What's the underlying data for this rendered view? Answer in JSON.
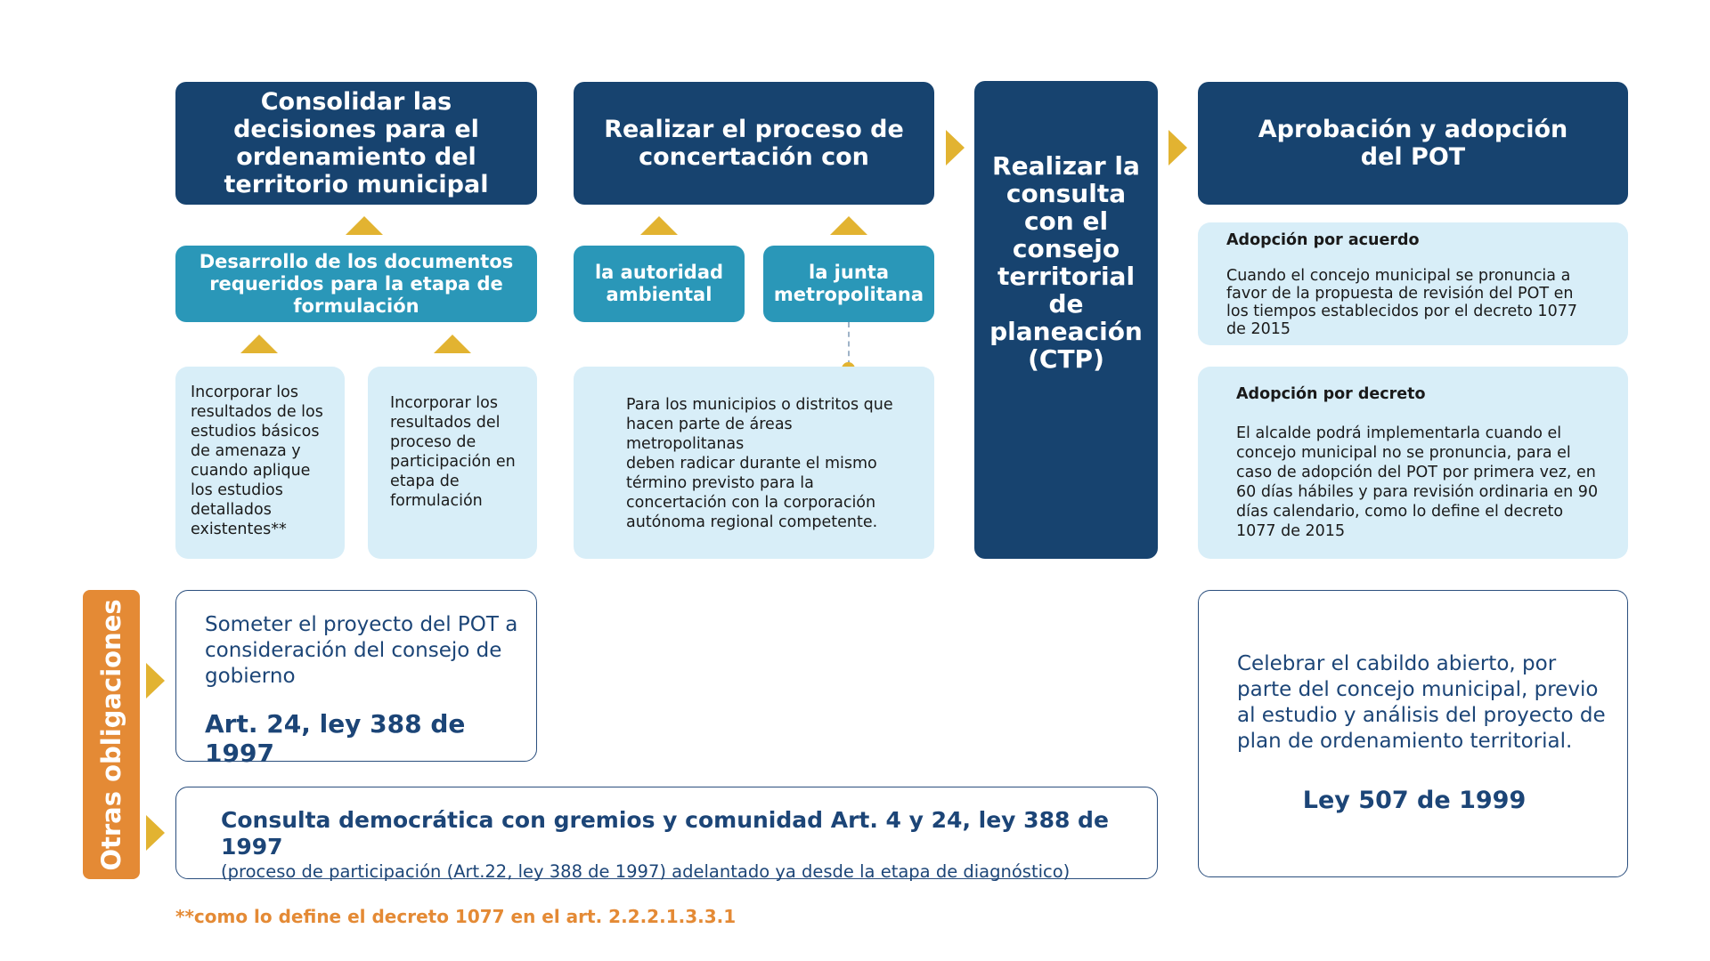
{
  "top_row": {
    "consolidar": "Consolidar las decisiones para el ordenamiento del territorio municipal",
    "concertacion": "Realizar el proceso de concertación con",
    "ctp": "Realizar la consulta con el consejo territorial de planeación (CTP)",
    "aprobacion": "Aprobación y adopción del POT"
  },
  "teal_boxes": {
    "desarrollo": "Desarrollo de los documentos requeridos para la etapa de formulación",
    "autoridad": "la autoridad ambiental",
    "junta": "la junta metropolitana"
  },
  "detail_boxes": {
    "estudios": "Incorporar los resultados de los estudios básicos de amenaza y cuando aplique los estudios detallados existentes**",
    "participacion": "Incorporar los resultados del proceso de participación en etapa de formulación",
    "metropolitanas_1": "Para los municipios o distritos que hacen parte de áreas metropolitanas",
    "metropolitanas_2": "deben radicar durante el mismo término previsto para la concertación con la corporación autónoma regional competente.",
    "acuerdo_title": "Adopción por acuerdo",
    "acuerdo_text": "Cuando el concejo municipal se pronuncia a favor de la propuesta de revisión del POT en los tiempos establecidos por el decreto 1077 de 2015",
    "decreto_title": "Adopción por decreto",
    "decreto_text": "El alcalde podrá implementarla cuando el concejo municipal no se pronuncia, para el caso de adopción del POT por primera vez, en 60 días hábiles y para revisión ordinaria en 90 días calendario, como lo define el decreto 1077 de 2015"
  },
  "otras": {
    "label": "Otras obligaciones",
    "someter_text": "Someter el proyecto del POT a consideración del consejo de gobierno",
    "someter_ref": "Art. 24, ley 388 de 1997",
    "consulta_title": "Consulta democrática con gremios y comunidad  Art. 4 y 24, ley 388 de 1997",
    "consulta_sub": "(proceso de participación (Art.22, ley 388 de 1997) adelantado ya desde la etapa de diagnóstico)",
    "cabildo_text": "Celebrar el cabildo abierto, por parte del concejo municipal, previo al estudio y análisis del proyecto de plan de ordenamiento territorial.",
    "cabildo_ref": "Ley 507 de 1999"
  },
  "footnote": "**como lo define el decreto 1077 en el art. 2.2.2.1.3.3.1",
  "colors": {
    "navy": "#17436F",
    "teal": "#2A97B8",
    "light": "#D8EEF8",
    "gold": "#E2B331",
    "orange": "#E48A35"
  }
}
